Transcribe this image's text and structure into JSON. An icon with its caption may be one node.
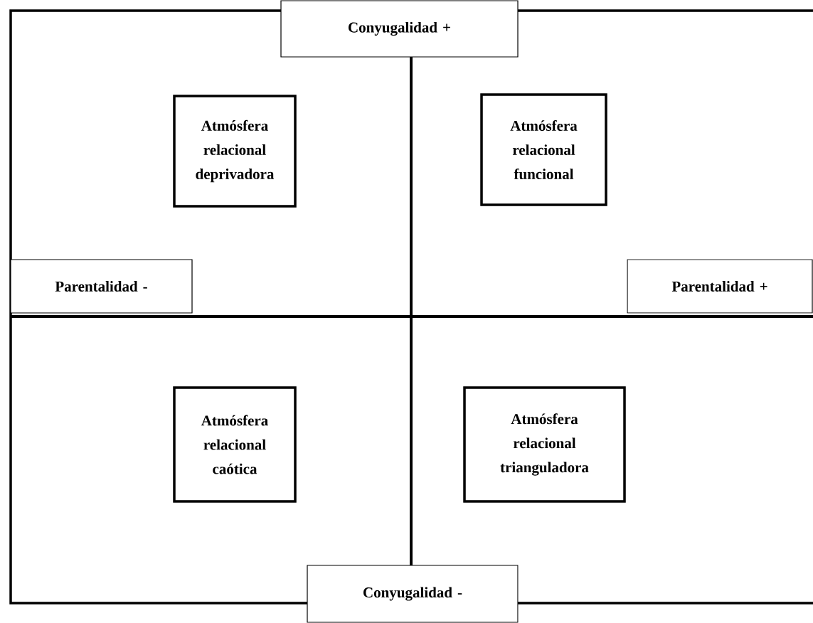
{
  "diagram": {
    "nodes": [
      {
        "text": [
          "Conyugalidad +"
        ]
      },
      {
        "text": [
          "Atmósfera relacional deprivadora"
        ]
      },
      {
        "text": [
          "Atmósfera relacional funcional"
        ]
      },
      {
        "text": [
          "Parentalidad -"
        ]
      },
      {
        "text": [
          "Parentalidad +"
        ]
      },
      {
        "text": [
          "Atmósfera relacional caótica"
        ]
      },
      {
        "text": [
          "Atmósfera relacional trianguladora"
        ]
      },
      {
        "text": [
          "Conyugalidad -"
        ]
      }
    ]
  }
}
